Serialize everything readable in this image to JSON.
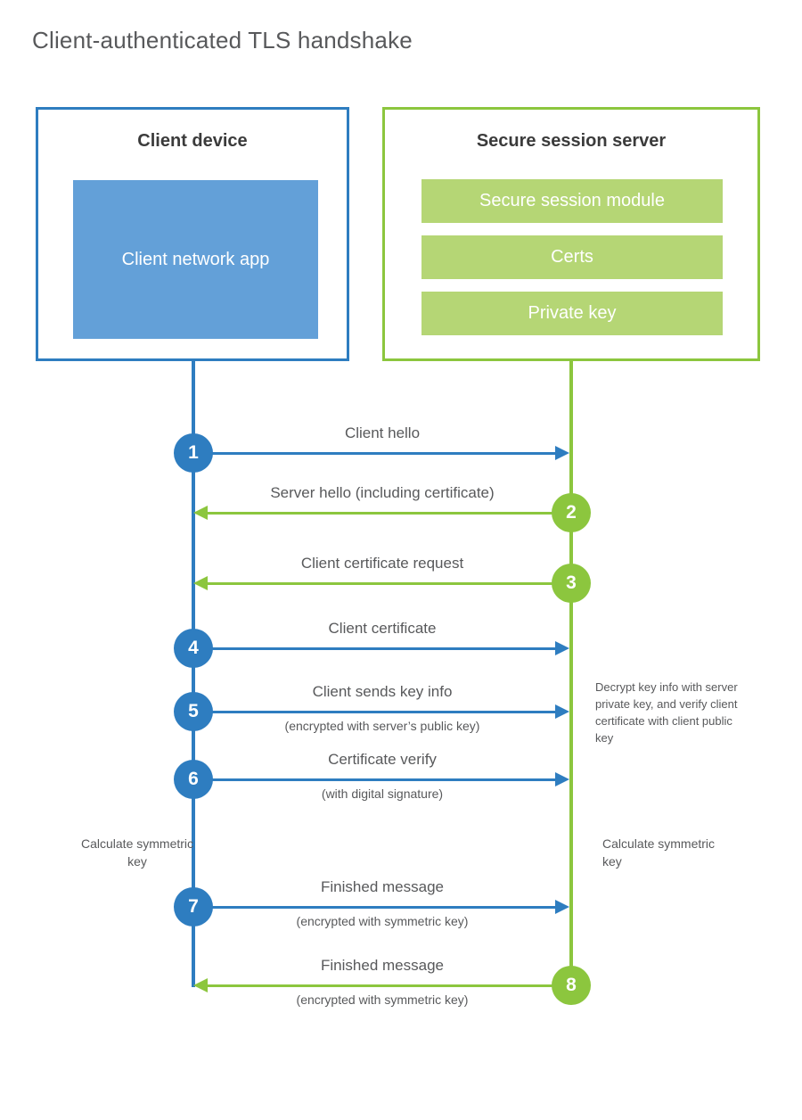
{
  "title": "Client-authenticated TLS handshake",
  "colors": {
    "client_blue": "#2e7dc0",
    "client_app_fill": "#63a0d8",
    "server_green": "#8cc63e",
    "server_module_fill": "#b5d675",
    "text_gray": "#58595b",
    "heading_dark": "#3b3b3b"
  },
  "participants": {
    "client": {
      "title": "Client device",
      "app_label": "Client network app"
    },
    "server": {
      "title": "Secure session server",
      "modules": [
        "Secure session module",
        "Certs",
        "Private key"
      ]
    }
  },
  "messages": [
    {
      "step": "1",
      "label": "Client hello",
      "sublabel": "",
      "direction": "right",
      "color": "blue"
    },
    {
      "step": "2",
      "label": "Server hello (including certificate)",
      "sublabel": "",
      "direction": "left",
      "color": "green"
    },
    {
      "step": "3",
      "label": "Client certificate request",
      "sublabel": "",
      "direction": "left",
      "color": "green"
    },
    {
      "step": "4",
      "label": "Client certificate",
      "sublabel": "",
      "direction": "right",
      "color": "blue"
    },
    {
      "step": "5",
      "label": "Client sends key info",
      "sublabel": "(encrypted with server’s public key)",
      "direction": "right",
      "color": "blue"
    },
    {
      "step": "6",
      "label": "Certificate verify",
      "sublabel": "(with digital signature)",
      "direction": "right",
      "color": "blue"
    },
    {
      "step": "7",
      "label": "Finished message",
      "sublabel": "(encrypted with symmetric key)",
      "direction": "right",
      "color": "blue"
    },
    {
      "step": "8",
      "label": "Finished message",
      "sublabel": "(encrypted with symmetric key)",
      "direction": "left",
      "color": "green"
    }
  ],
  "annotations": {
    "server_decrypt_note": "Decrypt key info with server private key, and verify client certificate with client public key",
    "client_calculate_note": "Calculate symmetric key",
    "server_calculate_note": "Calculate symmetric key"
  }
}
